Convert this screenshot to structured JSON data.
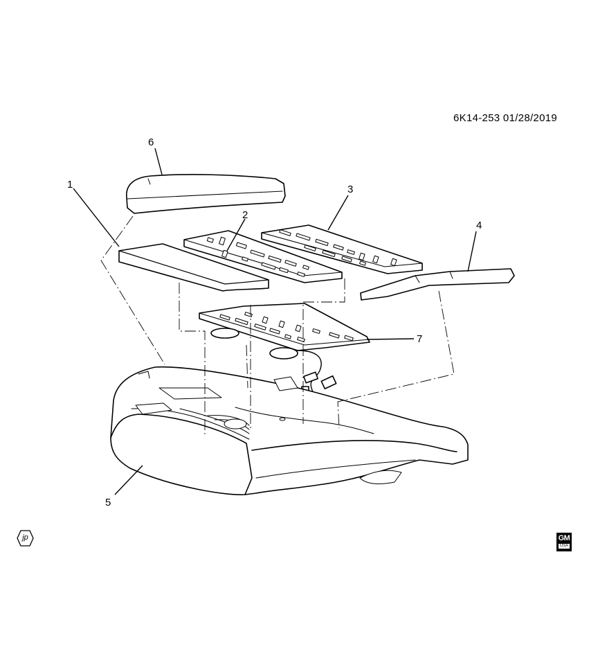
{
  "document_id": "6K14-253  01/28/2019",
  "callouts": {
    "c1": "1",
    "c2": "2",
    "c3": "3",
    "c4": "4",
    "c5": "5",
    "c6": "6",
    "c7": "7"
  },
  "badge_jp": "jp",
  "gm_logo": {
    "main": "GM",
    "sub": "USA"
  },
  "colors": {
    "ink": "#000000",
    "background": "#ffffff"
  }
}
